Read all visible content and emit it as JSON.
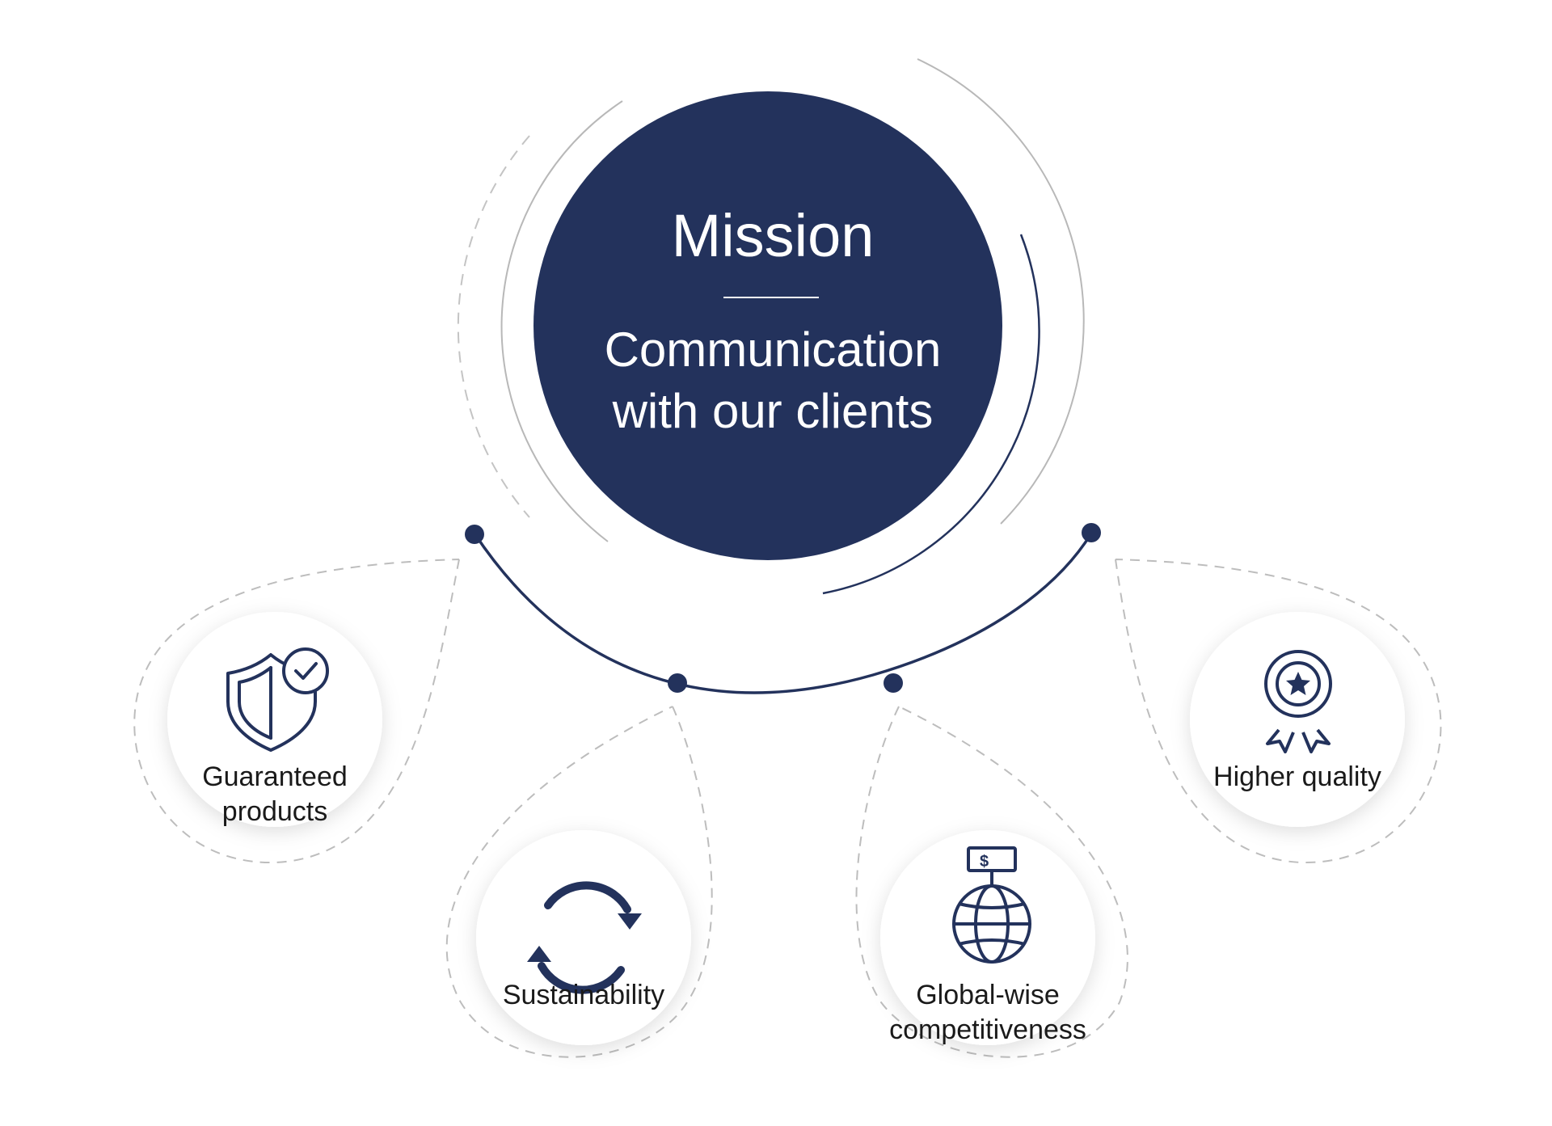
{
  "mission": {
    "title": "Mission",
    "subtitle_line1": "Communication",
    "subtitle_line2": "with our clients"
  },
  "values": [
    {
      "label_line1": "Guaranteed",
      "label_line2": "products",
      "icon": "shield-check-icon"
    },
    {
      "label_line1": "Sustainability",
      "label_line2": "",
      "icon": "refresh-cycle-icon"
    },
    {
      "label_line1": "Global-wise",
      "label_line2": "competitiveness",
      "icon": "globe-dollar-icon"
    },
    {
      "label_line1": "Higher quality",
      "label_line2": "",
      "icon": "award-ribbon-icon"
    }
  ],
  "colors": {
    "navy": "#23325c",
    "ring_gray": "#b5b5b5",
    "dash_gray": "#bdbdbd",
    "label": "#1a1a1a"
  }
}
